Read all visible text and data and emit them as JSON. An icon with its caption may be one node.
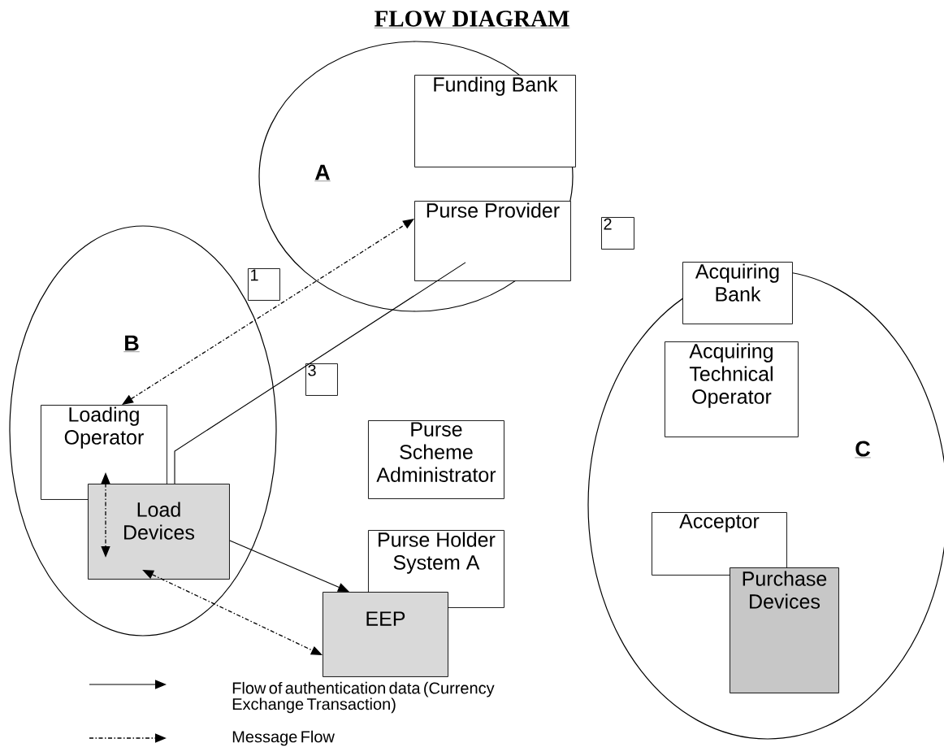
{
  "diagram": {
    "title": "FLOW DIAGRAM",
    "nodes": [
      {
        "text": [
          "A"
        ]
      },
      {
        "text": [
          "Funding Bank"
        ],
        "in": 0
      },
      {
        "text": [
          "Purse Provider"
        ],
        "in": 0
      },
      {
        "text": [
          "B"
        ]
      },
      {
        "text": [
          "Loading Operator"
        ],
        "in": 3
      },
      {
        "text": [
          "Load Devices"
        ],
        "in": 3
      },
      {
        "text": [
          "C"
        ]
      },
      {
        "text": [
          "Acquiring Bank"
        ],
        "in": 6
      },
      {
        "text": [
          "Acquiring Technical Operator"
        ],
        "in": 6
      },
      {
        "text": [
          "Acceptor"
        ],
        "in": 6
      },
      {
        "text": [
          "Purchase Devices"
        ],
        "in": 6
      },
      {
        "text": [
          "Purse Scheme Administrator"
        ]
      },
      {
        "text": [
          "Purse Holder System A"
        ]
      },
      {
        "text": [
          "EEP"
        ]
      },
      {
        "text": [
          "1"
        ]
      },
      {
        "text": [
          "2"
        ]
      },
      {
        "text": [
          "3"
        ]
      }
    ],
    "edges": [
      {
        "from": 4,
        "to": 2,
        "arrow": "both",
        "style": "dashed"
      },
      {
        "from": 4,
        "to": 5,
        "arrow": "both",
        "style": "dashed"
      },
      {
        "from": 5,
        "to": 13,
        "arrow": "both",
        "style": "dashed"
      },
      {
        "from": 2,
        "to": 5,
        "arrow": "none"
      },
      {
        "from": 5,
        "to": 13,
        "arrow": "to"
      }
    ],
    "legend": [
      {
        "text": "Flow of authentication data (Currency Exchange Transaction)"
      },
      {
        "text": "Message Flow"
      }
    ]
  }
}
